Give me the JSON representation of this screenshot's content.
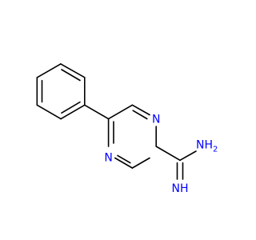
{
  "structure": {
    "atoms": {
      "n1": {
        "symbol": "N"
      },
      "n3": {
        "symbol": "N"
      },
      "nh2": {
        "symbol": "NH",
        "subscript": "2"
      },
      "nh": {
        "symbol": "NH"
      }
    },
    "colors": {
      "bond": "#000000",
      "nitrogen": "#0000ff",
      "background": "#ffffff"
    }
  }
}
